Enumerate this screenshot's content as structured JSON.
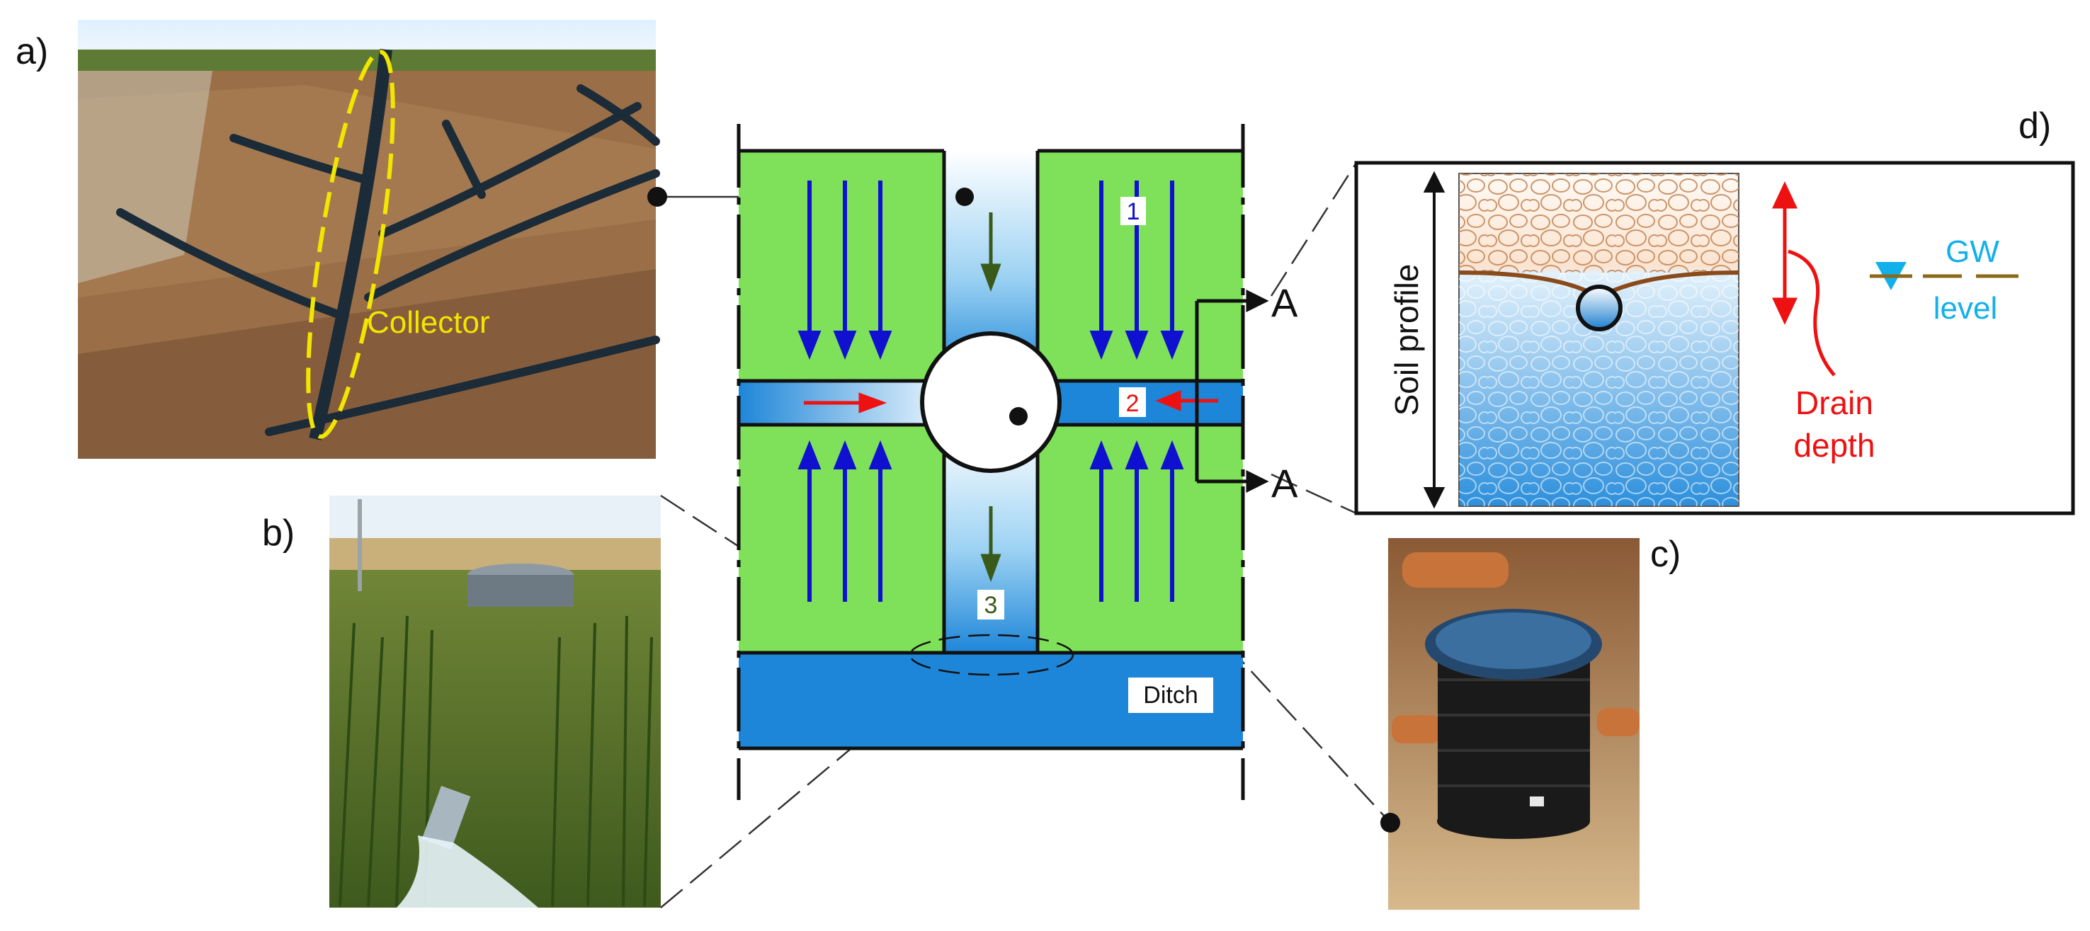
{
  "panels": {
    "a": "a)",
    "b": "b)",
    "c": "c)",
    "d": "d)"
  },
  "photo_a": {
    "collector_label": "Collector"
  },
  "scheme": {
    "marker_1": "1",
    "marker_2": "2",
    "marker_3": "3",
    "ditch_label": "Ditch",
    "section_mark_top": "A",
    "section_mark_bottom": "A"
  },
  "section_d": {
    "soil_profile_label": "Soil profile",
    "drain_depth_line1": "Drain",
    "drain_depth_line2": "depth",
    "gw_line1": "GW",
    "gw_line2": "level"
  },
  "colors": {
    "field_green": "#7fe05a",
    "drain_blue": "#1e86d8",
    "flow_arrow_blue": "#1010d0",
    "flow_arrow_red": "#ee1111",
    "outflow_arrow": "#3a5a1a",
    "collector_yellow": "#f2e600",
    "gw_cyan": "#12b0ea",
    "drain_depth_red": "#ee1111"
  }
}
